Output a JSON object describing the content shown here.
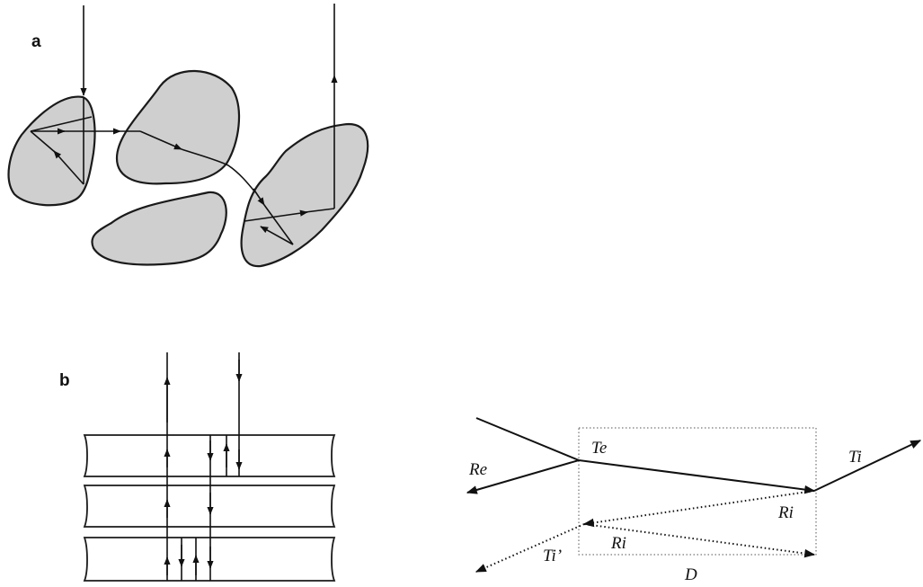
{
  "panel_a": {
    "label": "a"
  },
  "panel_b": {
    "label": "b"
  },
  "diagram_c": {
    "labels": {
      "te": "Te",
      "re": "Re",
      "ti": "Ti",
      "ri_upper": "Ri",
      "ri_lower": "Ri",
      "ti_prime": "Ti’",
      "d": "D"
    }
  }
}
